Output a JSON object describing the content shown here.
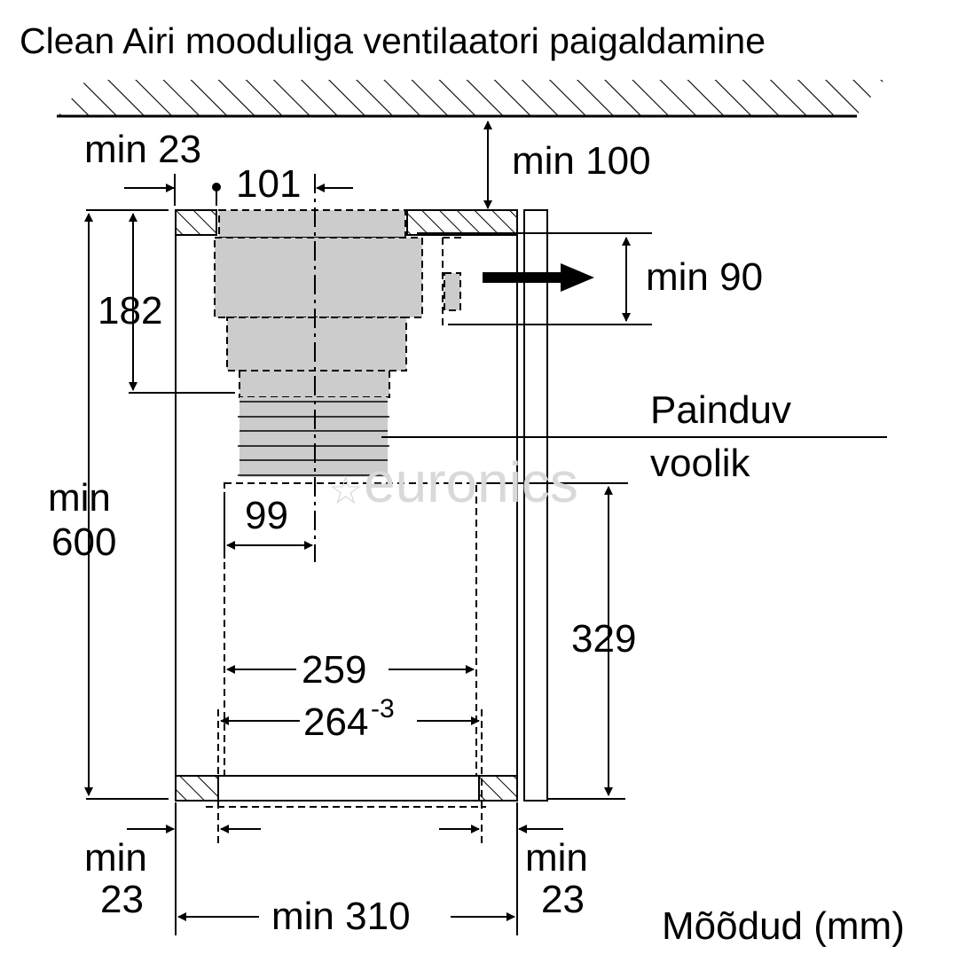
{
  "title": "Clean Airi mooduliga ventilaatori paigaldamine",
  "units": "Mõõdud (mm)",
  "watermark": "euronics",
  "colors": {
    "stroke": "#000000",
    "component_fill": "#cccccc",
    "watermark": "#d9d9d9"
  },
  "labels": {
    "min_23_top": "min 23",
    "dim_101": "101",
    "min_100": "min 100",
    "min_90": "min 90",
    "dim_182": "182",
    "hose_line1": "Painduv",
    "hose_line2": "voolik",
    "min_label": "min",
    "val_600": "600",
    "dim_99": "99",
    "dim_329": "329",
    "dim_259": "259",
    "dim_264": "264",
    "dim_264_tol": "-3",
    "bottom_left_min": "min",
    "bottom_left_23": "23",
    "bottom_right_min": "min",
    "bottom_right_23": "23",
    "min_310": "min 310"
  }
}
